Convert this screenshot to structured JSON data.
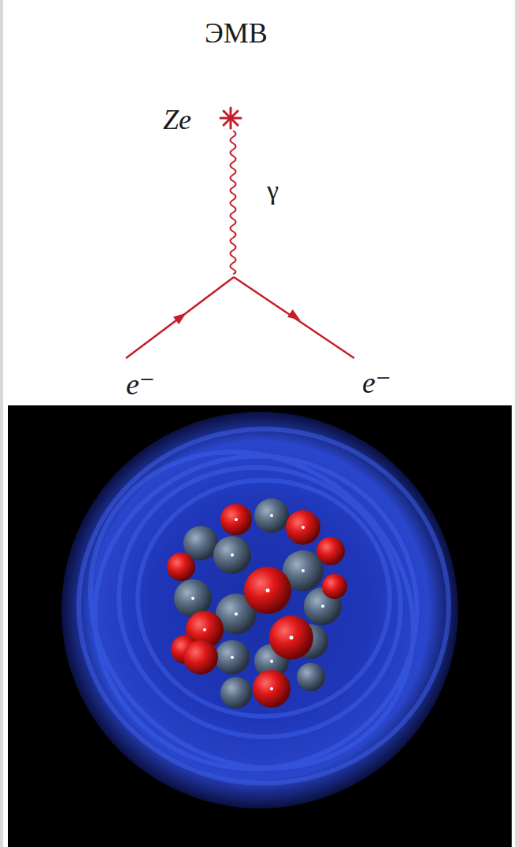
{
  "diagram": {
    "title": "ЭМВ",
    "labels": [
      "Ze",
      "γ",
      "e⁻",
      "e⁻"
    ]
  }
}
